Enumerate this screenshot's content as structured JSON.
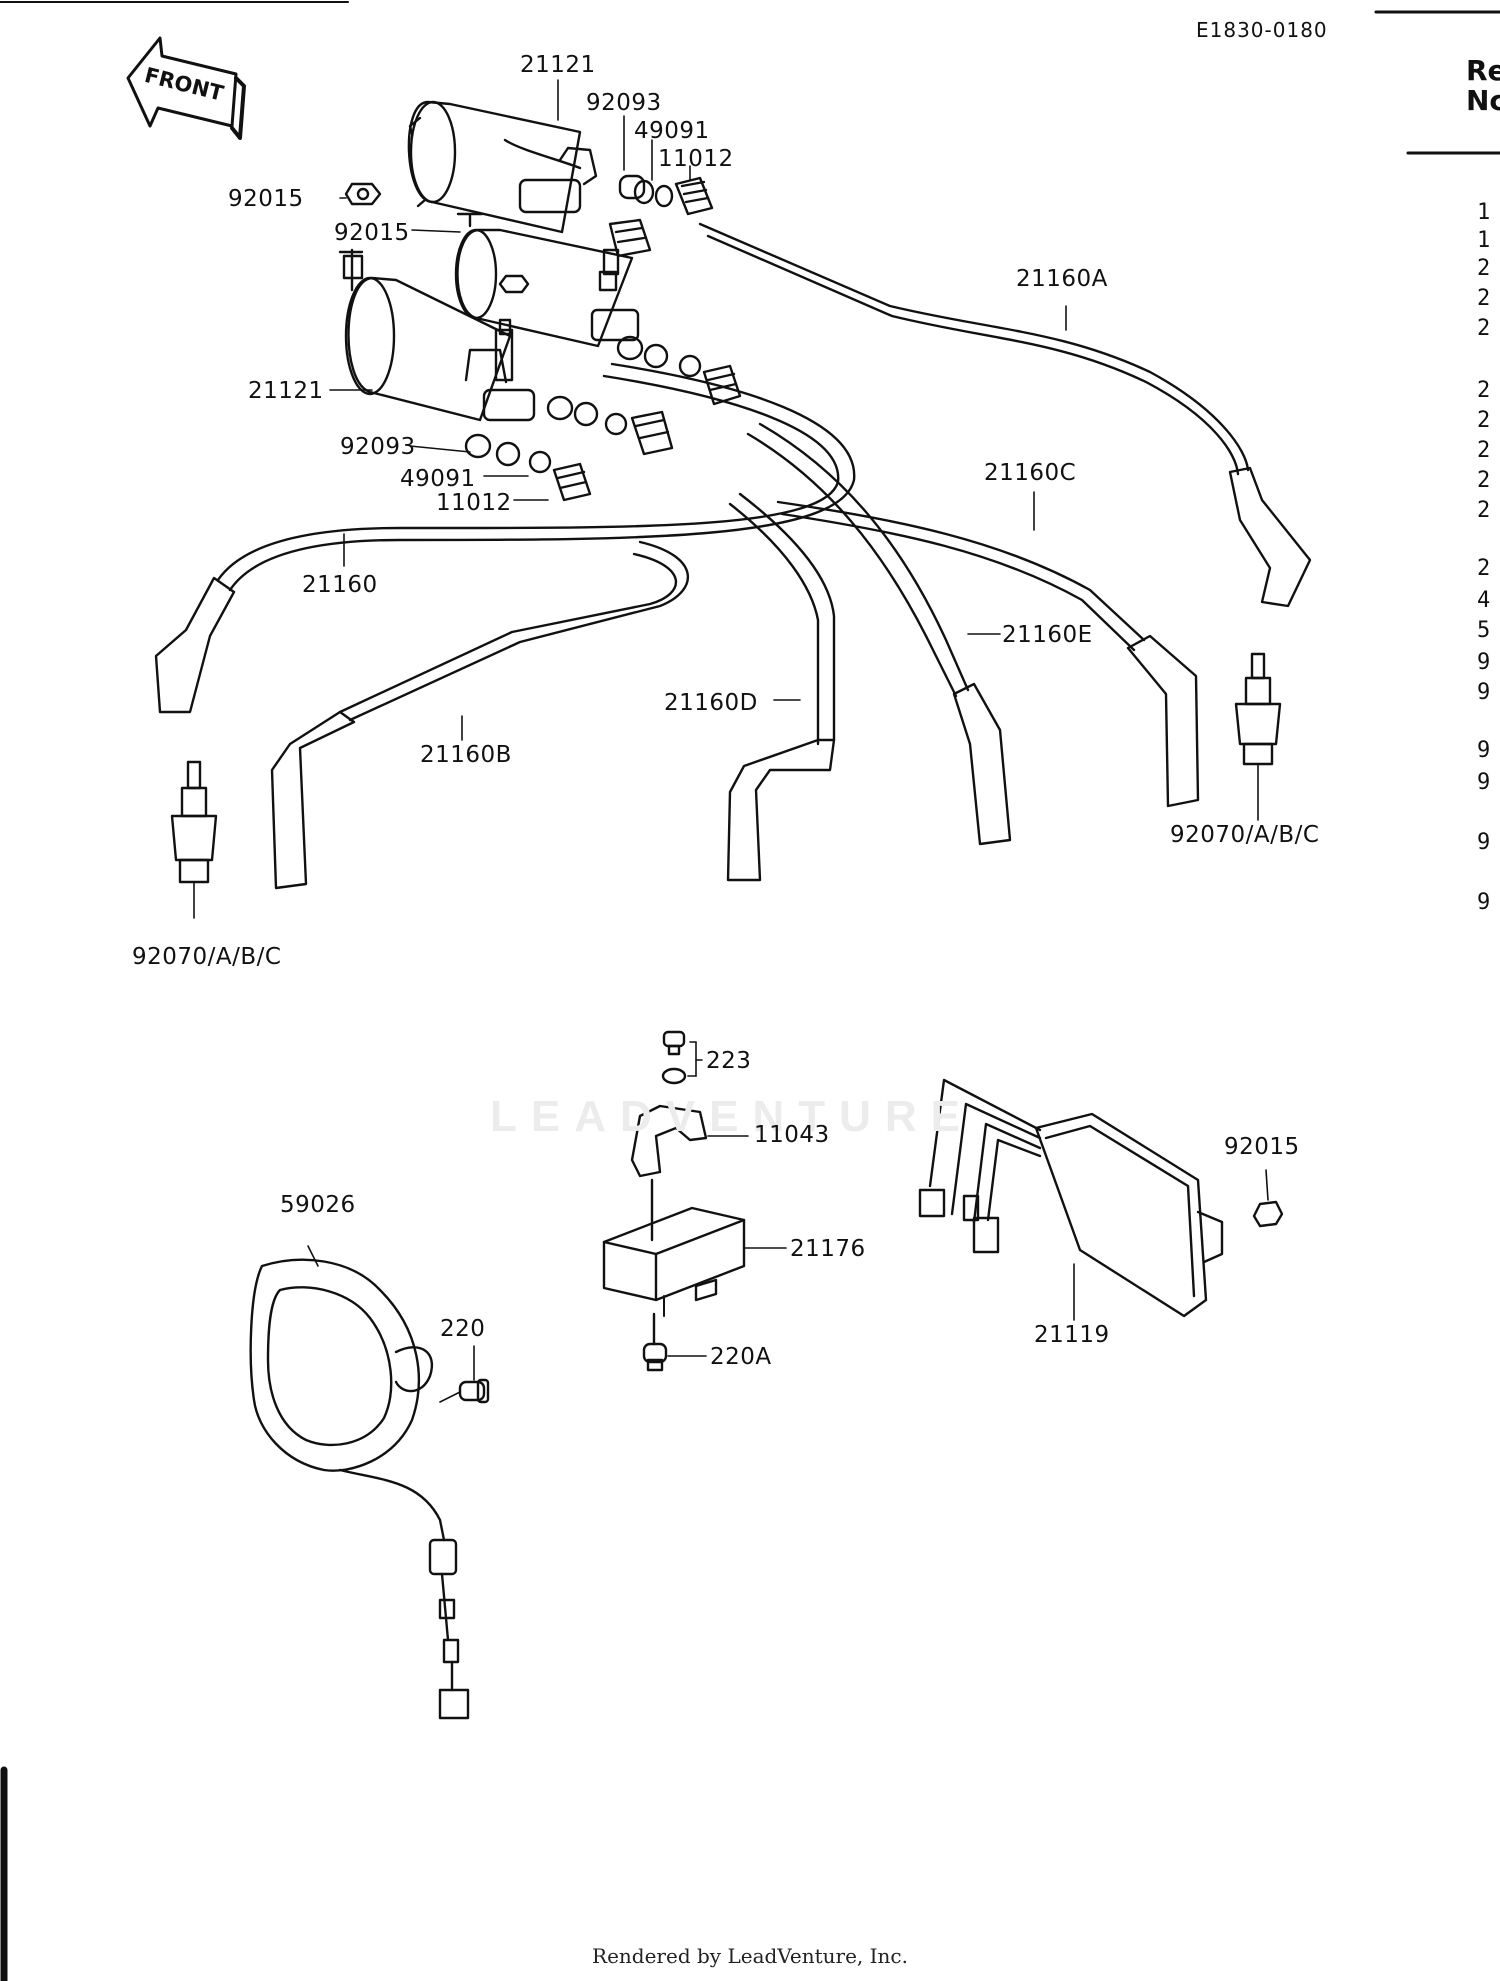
{
  "diagram": {
    "code": "E1830-0180",
    "front_label": "FRONT",
    "labels": {
      "coil_top": "21121",
      "cap_top": "92093",
      "washer_top": "49091",
      "boot_top": "11012",
      "nut_upper": "92015",
      "nut_lower": "92015",
      "coil_left": "21121",
      "cap_left": "92093",
      "washer_left": "49091",
      "boot_left": "11012",
      "lead_a": "21160A",
      "lead_c": "21160C",
      "lead_main": "21160",
      "lead_e": "21160E",
      "lead_d": "21160D",
      "lead_b": "21160B",
      "plug_right": "92070/A/B/C",
      "plug_left": "92070/A/B/C",
      "screw_223": "223",
      "bracket_11043": "11043",
      "igniter_21176": "21176",
      "screw_220a": "220A",
      "pickup_59026": "59026",
      "screw_220": "220",
      "unit_21119": "21119",
      "nut_right": "92015"
    },
    "watermark": "LEADVENTURE"
  },
  "sidebar": {
    "header_line1": "Re",
    "header_line2": "Nc",
    "refs": [
      "1",
      "1",
      "2",
      "2",
      "2",
      "2",
      "2",
      "2",
      "2",
      "2",
      "2",
      "4",
      "5",
      "9",
      "9",
      "9",
      "9",
      "9",
      "9"
    ]
  },
  "footer": {
    "text": "Rendered by LeadVenture, Inc."
  },
  "colors": {
    "ink": "#111111",
    "watermark": "#ececec",
    "background": "#ffffff"
  }
}
